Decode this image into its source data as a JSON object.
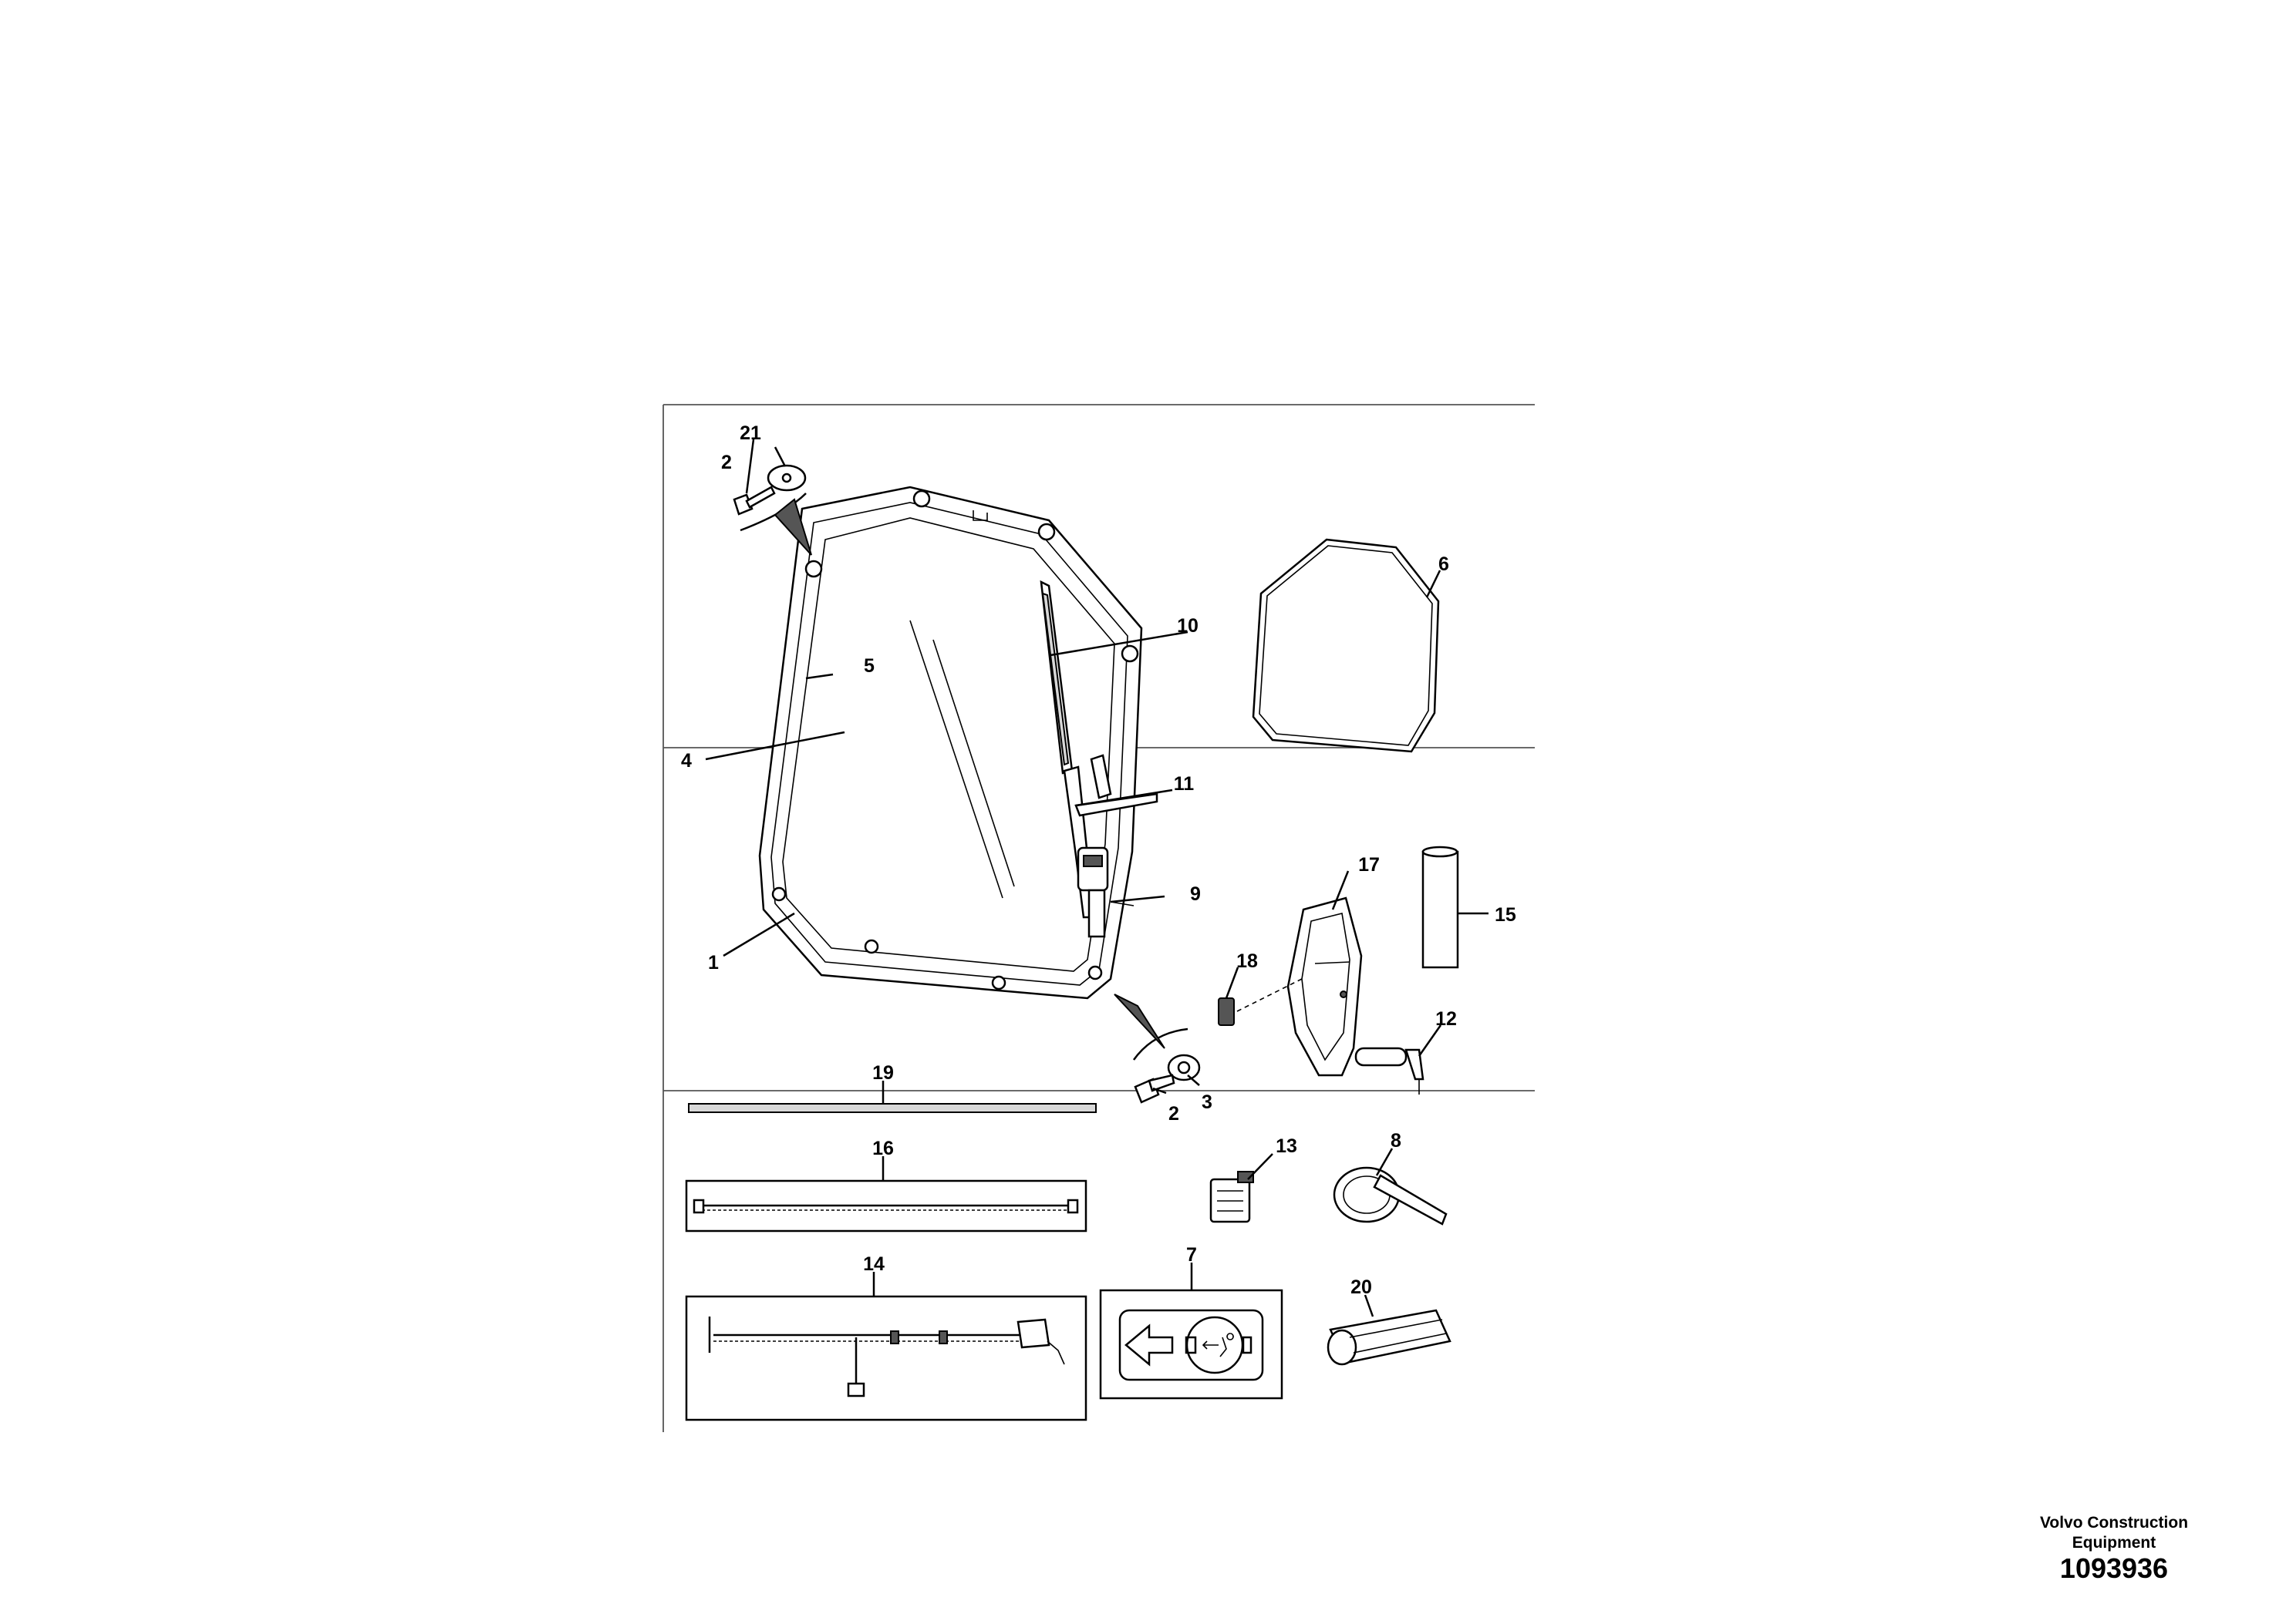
{
  "labels": {
    "l1": "1",
    "l2a": "2",
    "l2b": "2",
    "l3": "3",
    "l4": "4",
    "l5": "5",
    "l6": "6",
    "l7": "7",
    "l8": "8",
    "l9": "9",
    "l10": "10",
    "l11": "11",
    "l12": "12",
    "l13": "13",
    "l14": "14",
    "l15": "15",
    "l16": "16",
    "l17": "17",
    "l18": "18",
    "l19": "19",
    "l20": "20",
    "l21": "21"
  },
  "footer": {
    "brand_line1": "Volvo Construction",
    "brand_line2": "Equipment",
    "doc_number": "1093936"
  },
  "icons": [
    "arrow-left-icon",
    "person-exit-icon"
  ]
}
